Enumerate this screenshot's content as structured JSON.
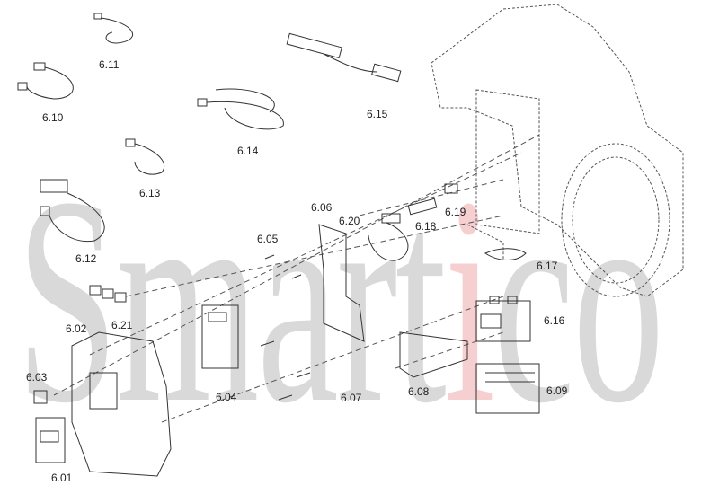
{
  "watermark": {
    "brand": "Smartico",
    "part_a": "Smart",
    "part_i": "i",
    "part_b": "co"
  },
  "labels": {
    "p601": "6.01",
    "p602": "6.02",
    "p603": "6.03",
    "p604": "6.04",
    "p605": "6.05",
    "p606": "6.06",
    "p607": "6.07",
    "p608": "6.08",
    "p609": "6.09",
    "p610": "6.10",
    "p611": "6.11",
    "p612": "6.12",
    "p613": "6.13",
    "p614": "6.14",
    "p615": "6.15",
    "p616": "6.16",
    "p617": "6.17",
    "p618": "6.18",
    "p619": "6.19",
    "p620": "6.20",
    "p621": "6.21"
  },
  "colors": {
    "line": "#333333",
    "watermark": "#888888",
    "watermark_accent": "#e07a7a"
  }
}
